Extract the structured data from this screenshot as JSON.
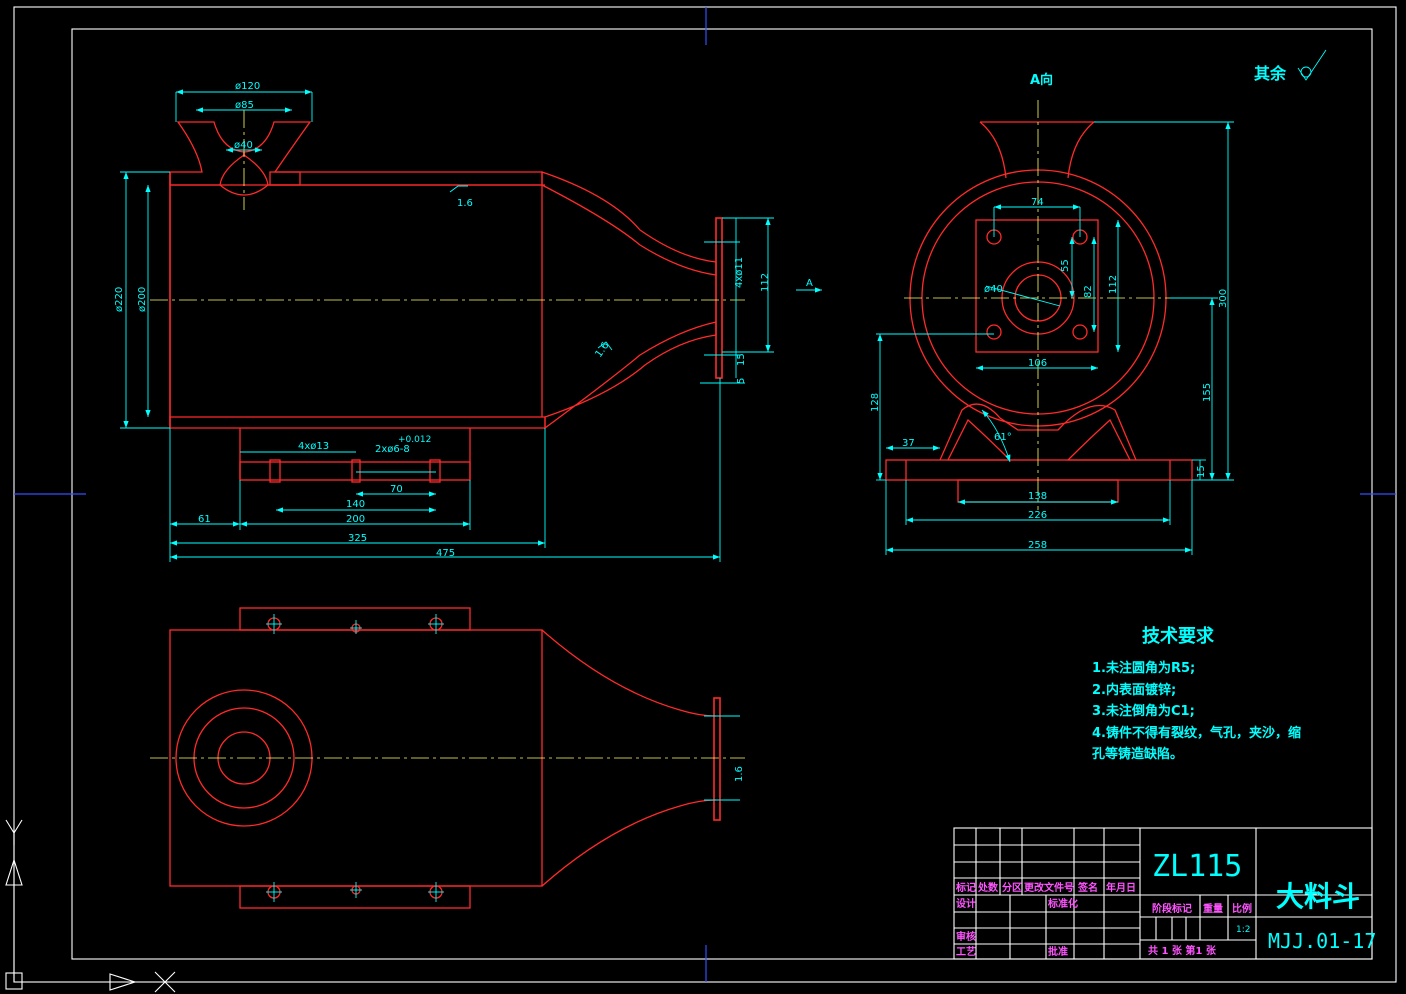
{
  "view_label": "A向",
  "section_arrow_label": "A",
  "surface_note": "其余",
  "tech_requirements": {
    "title": "技术要求",
    "items": [
      "1.未注圆角为R5;",
      "2.内表面镀锌;",
      "3.未注倒角为C1;",
      "4.铸件不得有裂纹，气孔，夹沙，缩",
      "孔等铸造缺陷。"
    ]
  },
  "title_block": {
    "code": "ZL115",
    "part_name": "大料斗",
    "drawing_no": "MJJ.01-17",
    "scale_value": "1:2",
    "sheets": "共 1  张  第1 张",
    "row_headers": [
      "标记",
      "处数",
      "分区",
      "更改文件号",
      "签名",
      "年月日"
    ],
    "design_label": "设计",
    "standard_label": "标准化",
    "stage_label": "阶段标记",
    "weight_label": "重量",
    "scale_label": "比例",
    "check_label": "审核",
    "process_label": "工艺",
    "approve_label": "批准"
  },
  "front_view": {
    "dims": {
      "d120": "ø120",
      "d85": "ø85",
      "d40": "ø40",
      "d220": "ø220",
      "d200": "ø200",
      "holes4": "4xø13",
      "holes2": "2xø6-8",
      "tol": "+0.012",
      "d140": "140",
      "d70": "70",
      "d61": "61",
      "d200w": "200",
      "d325": "325",
      "d475": "475",
      "flange_holes": "4xø11",
      "d112": "112",
      "d15": "15",
      "d5": "5",
      "rough1": "1.6",
      "rough2": "1.6"
    }
  },
  "side_view": {
    "dims": {
      "d74": "74",
      "d55": "55",
      "d82": "82",
      "d112": "112",
      "d40": "ø40",
      "d106": "106",
      "d300": "300",
      "d155": "155",
      "d128": "128",
      "d37": "37",
      "angle": "61°",
      "d138": "138",
      "d226": "226",
      "d258": "258",
      "d15": "15"
    }
  },
  "top_view": {
    "dims": {
      "rough": "1.6"
    }
  },
  "colors": {
    "outline": "#ff2a2a",
    "dimension": "#00ffff",
    "centerline": "#ffff66",
    "frame": "#ffffff",
    "magenta_text": "#ff55ff"
  }
}
